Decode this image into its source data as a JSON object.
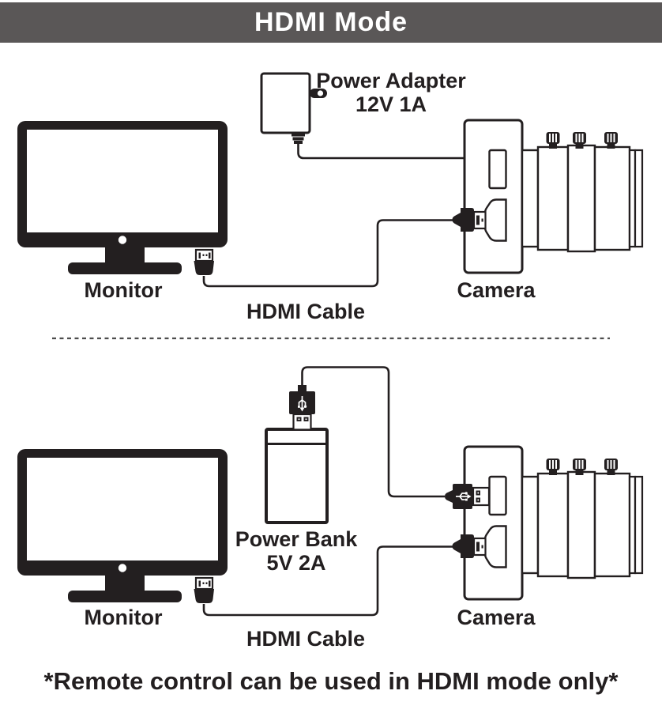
{
  "header": {
    "title": "HDMI Mode"
  },
  "colors": {
    "header_bg": "#5a5757",
    "header_text": "#ffffff",
    "ink": "#231f20",
    "divider": "#4d4d4d",
    "bg": "#ffffff"
  },
  "diagram_top": {
    "power_adapter": {
      "label": "Power Adapter",
      "spec": "12V 1A"
    },
    "monitor": {
      "label": "Monitor"
    },
    "camera": {
      "label": "Camera"
    },
    "cable": {
      "label": "HDMI Cable"
    }
  },
  "diagram_bottom": {
    "power_bank": {
      "label": "Power Bank",
      "spec": "5V 2A"
    },
    "monitor": {
      "label": "Monitor"
    },
    "camera": {
      "label": "Camera"
    },
    "cable": {
      "label": "HDMI Cable"
    }
  },
  "footer": {
    "note": "*Remote control can be used in HDMI mode only*"
  }
}
